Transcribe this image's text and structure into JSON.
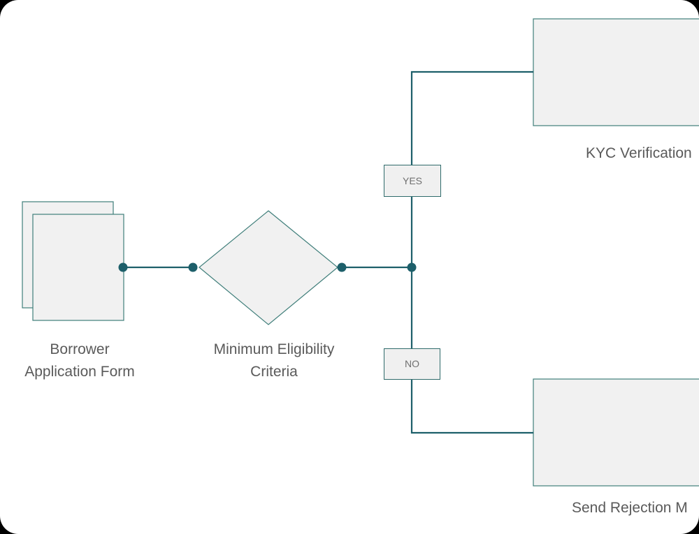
{
  "nodes": {
    "application_form": {
      "line1": "Borrower",
      "line2": "Application Form"
    },
    "eligibility": {
      "line1": "Minimum Eligibility",
      "line2": "Criteria"
    },
    "kyc": {
      "label": "KYC Verification"
    },
    "rejection": {
      "label": "Send Rejection M"
    }
  },
  "branches": {
    "yes": "YES",
    "no": "NO"
  },
  "colors": {
    "connector": "#1d5f6a",
    "node_fill": "#f1f1f1",
    "node_stroke": "#3f7e7a",
    "text": "#5a5a5a"
  }
}
